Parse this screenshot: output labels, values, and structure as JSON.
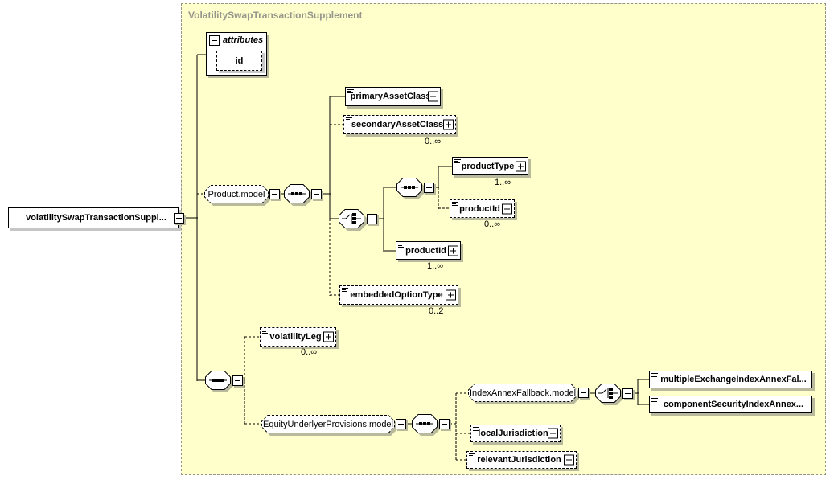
{
  "container": {
    "title": "VolatilitySwapTransactionSupplement"
  },
  "root": {
    "label": "volatilitySwapTransactionSuppl..."
  },
  "attributes_box": {
    "header": "attributes",
    "id_attr": "id"
  },
  "groups": {
    "product_model": "Product.model",
    "equity_underlyer_provisions_model": "EquityUnderlyerProvisions.model",
    "index_annex_fallback_model": "IndexAnnexFallback.model"
  },
  "elements": {
    "primary_asset_class": {
      "label": "primaryAssetClass"
    },
    "secondary_asset_class": {
      "label": "secondaryAssetClass",
      "occurs": "0..∞"
    },
    "product_type": {
      "label": "productType",
      "occurs": "1..∞"
    },
    "product_id_optional": {
      "label": "productId",
      "occurs": "0..∞"
    },
    "product_id_required": {
      "label": "productId",
      "occurs": "1..∞"
    },
    "embedded_option_type": {
      "label": "embeddedOptionType",
      "occurs": "0..2"
    },
    "volatility_leg": {
      "label": "volatilityLeg",
      "occurs": "0..∞"
    },
    "local_jurisdiction": {
      "label": "localJurisdiction"
    },
    "relevant_jurisdiction": {
      "label": "relevantJurisdiction"
    },
    "multiple_exchange_index_annex_fallback": {
      "label": "multipleExchangeIndexAnnexFal..."
    },
    "component_security_index_annex": {
      "label": "componentSecurityIndexAnnex..."
    }
  },
  "colors": {
    "container_fill": "#FFFFCC",
    "container_border": "#999999",
    "title_text": "#96968C",
    "shadow": "#B9B99E",
    "line": "#000000"
  }
}
